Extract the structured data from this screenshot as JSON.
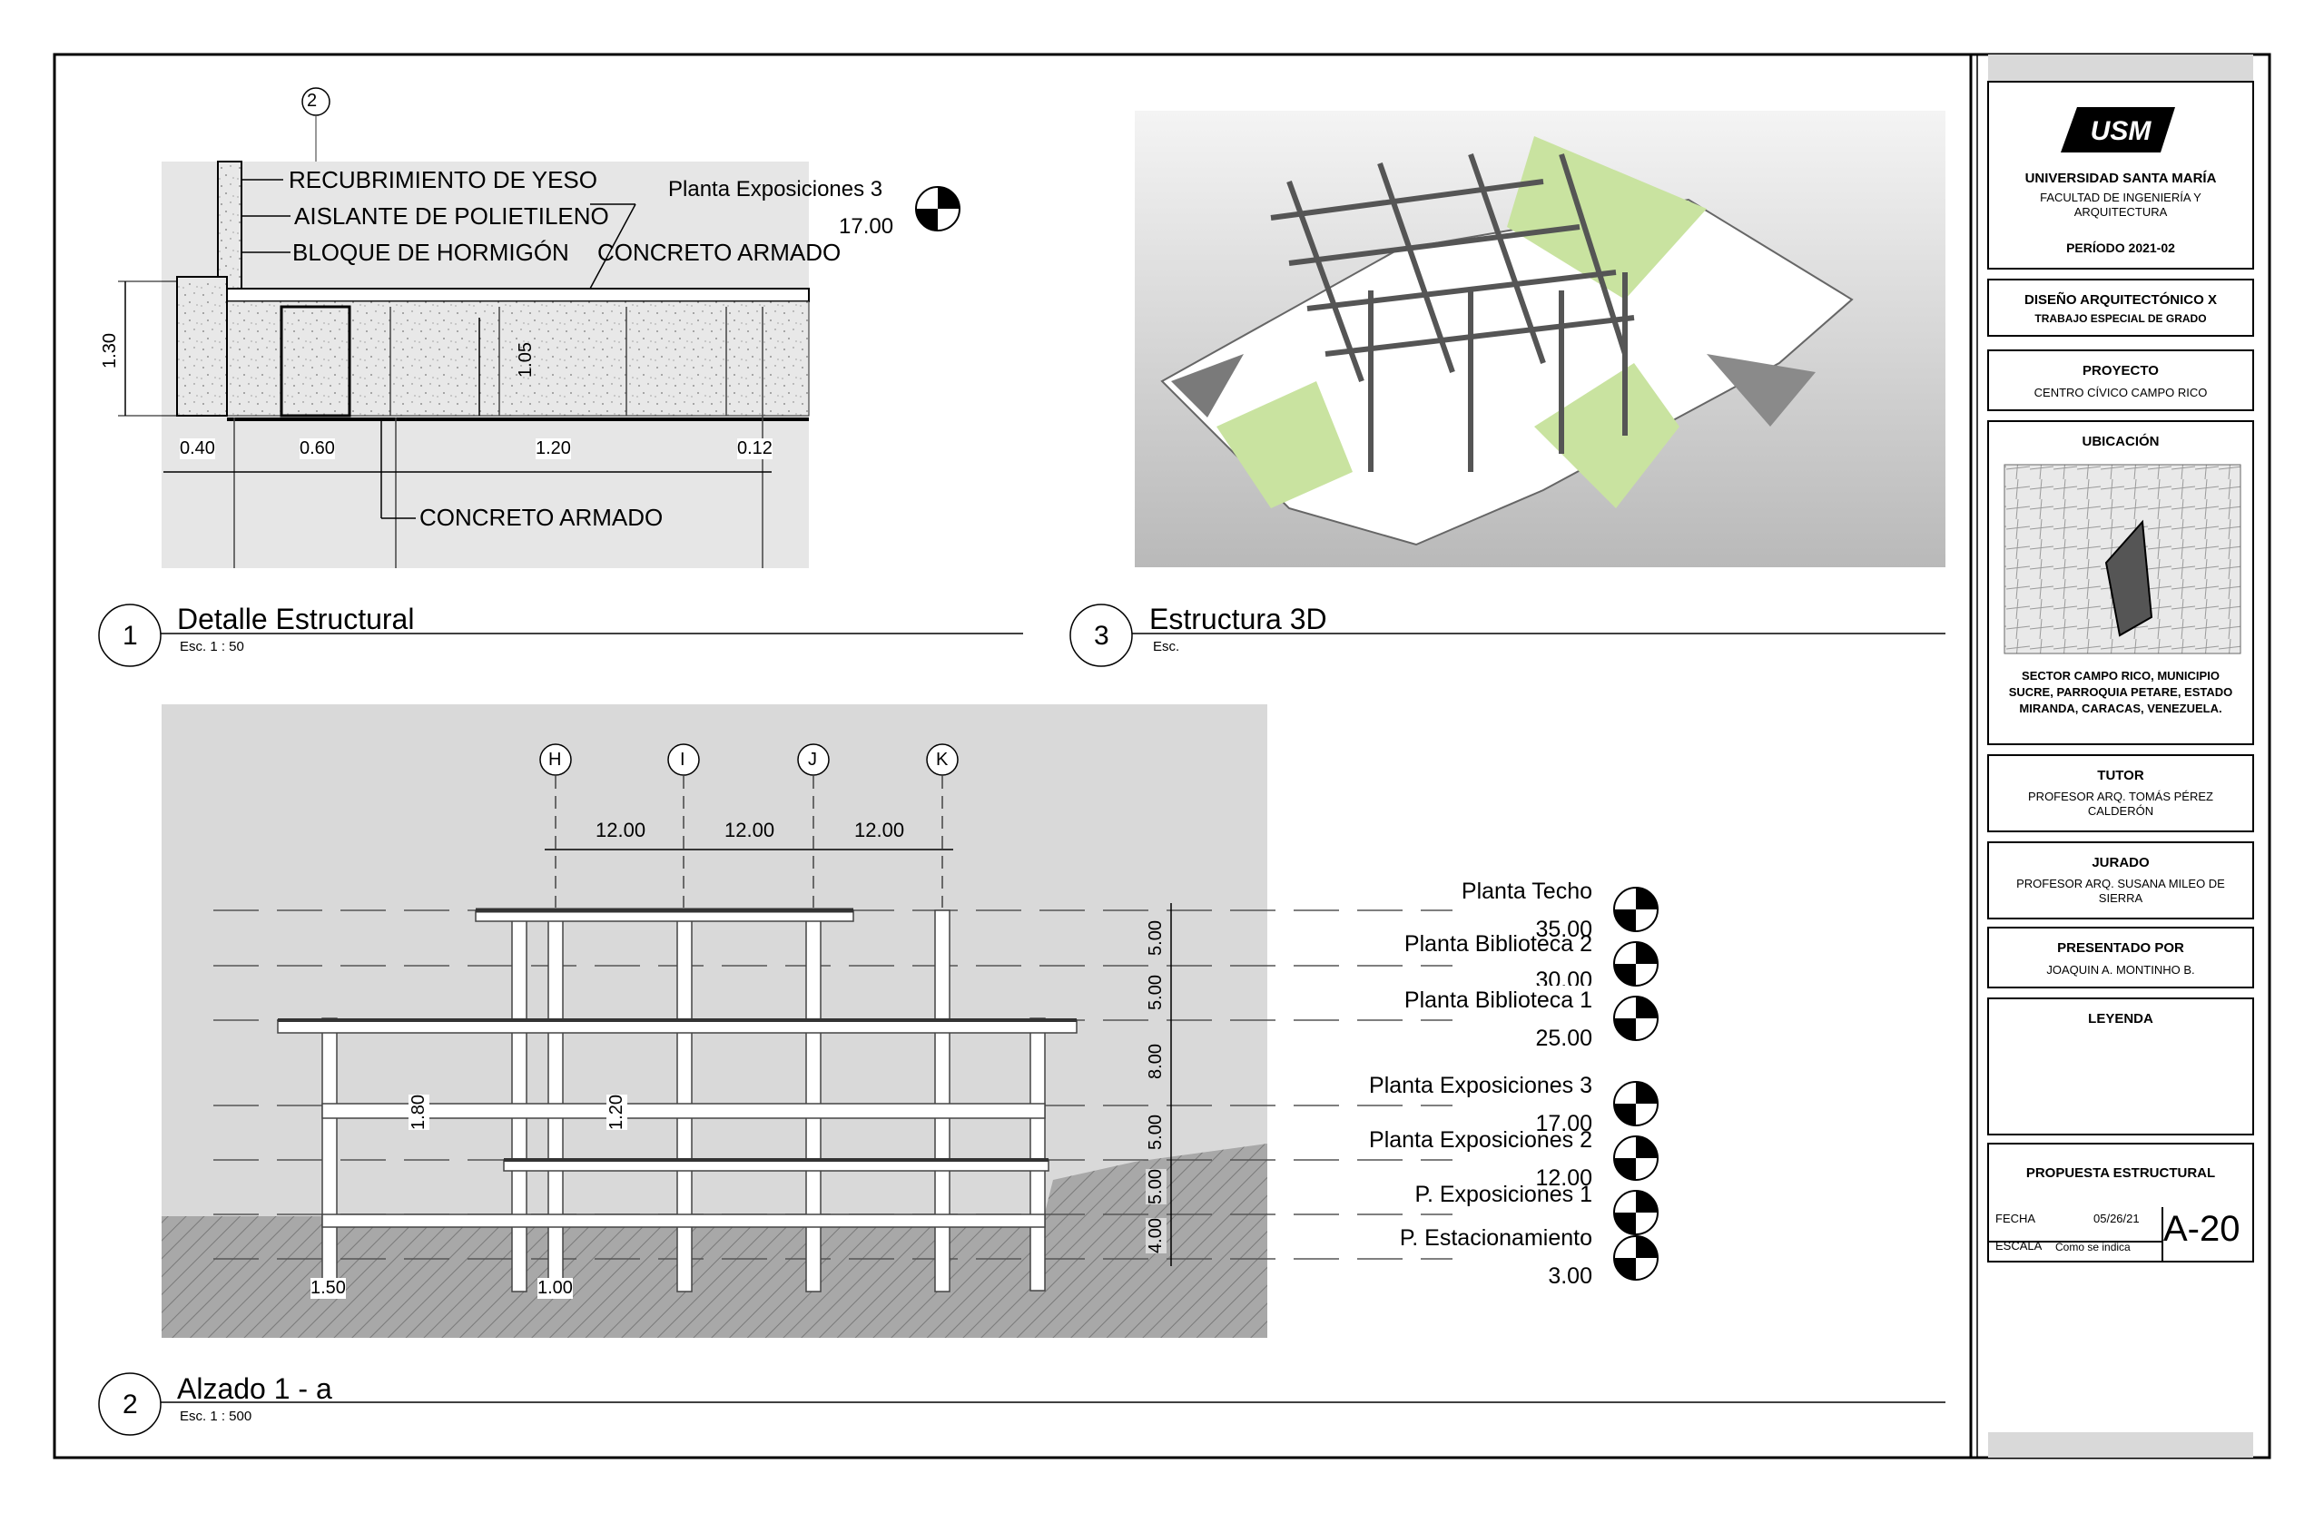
{
  "detail_structural": {
    "grid_marker": "2",
    "layers": [
      "RECUBRIMIENTO DE YESO",
      "AISLANTE DE POLIETILENO",
      "BLOQUE DE HORMIGÓN",
      "CONCRETO ARMADO"
    ],
    "concrete_bottom": "CONCRETO ARMADO",
    "level_name": "Planta Exposiciones 3",
    "level_value": "17.00",
    "dims": {
      "height": "1.30",
      "beam_height": "1.05",
      "w1": "0.40",
      "w2": "0.60",
      "w3": "1.20",
      "w4": "0.12"
    },
    "view_number": "1",
    "view_title": "Detalle Estructural",
    "scale": "Esc. 1 : 50"
  },
  "structure_3d": {
    "view_number": "3",
    "view_title": "Estructura 3D",
    "scale": "Esc."
  },
  "elevation": {
    "view_number": "2",
    "view_title": "Alzado 1 - a",
    "scale": "Esc. 1 : 500",
    "grids": [
      "H",
      "I",
      "J",
      "K"
    ],
    "grid_spacing": [
      "12.00",
      "12.00",
      "12.00"
    ],
    "levels": [
      {
        "name": "Planta Techo",
        "value": "35.00"
      },
      {
        "name": "Planta Biblioteca 2",
        "value": "30.00"
      },
      {
        "name": "Planta Biblioteca 1",
        "value": "25.00"
      },
      {
        "name": "Planta Exposiciones 3",
        "value": "17.00"
      },
      {
        "name": "Planta Exposiciones 2",
        "value": "12.00"
      },
      {
        "name": "P. Exposiciones 1",
        "value": ""
      },
      {
        "name": "P. Estacionamiento",
        "value": "3.00"
      }
    ],
    "vertical_dims": [
      "5.00",
      "5.00",
      "8.00",
      "5.00",
      "5.00",
      "4.00"
    ],
    "beam_dims": [
      "1.80",
      "1.20"
    ],
    "footing_dims": [
      "1.50",
      "1.00"
    ]
  },
  "title_block": {
    "logo_text": "USM",
    "university": "UNIVERSIDAD SANTA MARÍA",
    "faculty": "FACULTAD DE INGENIERÍA Y ARQUITECTURA",
    "period": "PERÍODO 2021-02",
    "course": "DISEÑO ARQUITECTÓNICO X",
    "course_sub": "TRABAJO ESPECIAL DE GRADO",
    "project_label": "PROYECTO",
    "project_value": "CENTRO CÍVICO CAMPO RICO",
    "location_label": "UBICACIÓN",
    "location_value": "SECTOR CAMPO RICO, MUNICIPIO SUCRE, PARROQUIA PETARE, ESTADO MIRANDA, CARACAS, VENEZUELA.",
    "tutor_label": "TUTOR",
    "tutor_value": "PROFESOR ARQ. TOMÁS PÉREZ CALDERÓN",
    "jury_label": "JURADO",
    "jury_value": "PROFESOR ARQ. SUSANA MILEO DE SIERRA",
    "presented_label": "PRESENTADO POR",
    "presented_value": "JOAQUIN A. MONTINHO B.",
    "legend_label": "LEYENDA",
    "sheet_title": "PROPUESTA ESTRUCTURAL",
    "date_label": "FECHA",
    "date_value": "05/26/21",
    "scale_label": "ESCALA",
    "scale_value": "Como se indica",
    "sheet_number": "A-20"
  },
  "colors": {
    "green": "#c9e3a0",
    "grey_bg": "#d9d9d9",
    "ground": "#a6a6a6"
  }
}
